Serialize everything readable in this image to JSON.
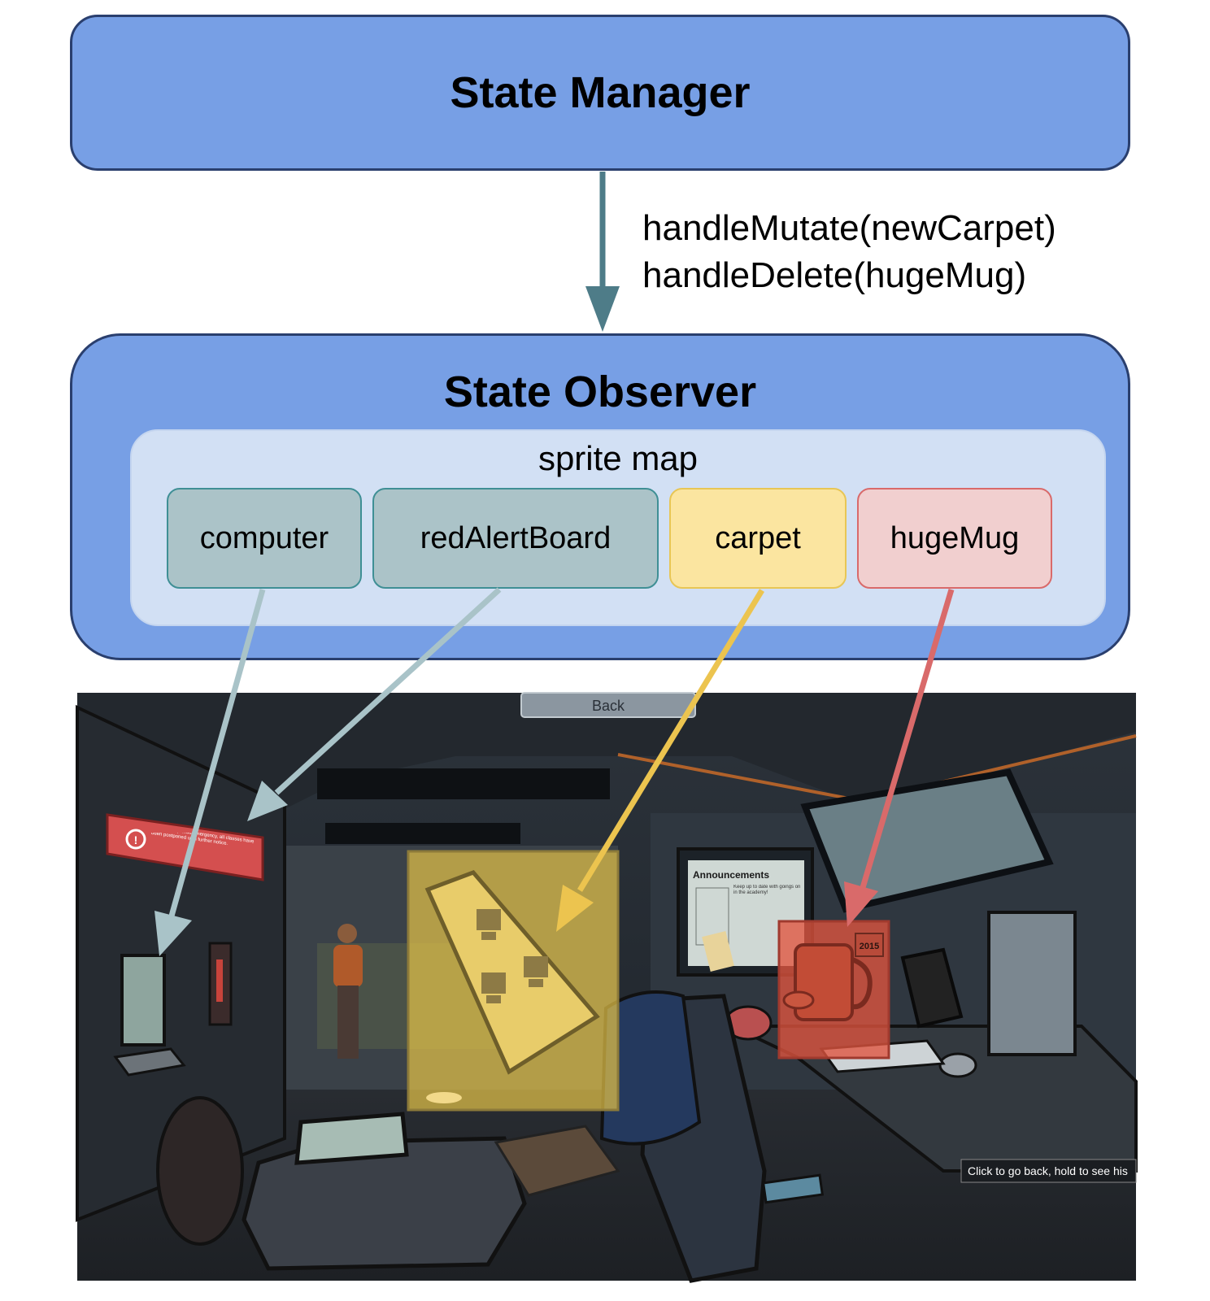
{
  "manager": {
    "title": "State Manager"
  },
  "observer": {
    "title": "State Observer"
  },
  "sprite_map": {
    "title": "sprite map",
    "sprites": [
      "computer",
      "redAlertBoard",
      "carpet",
      "hugeMug"
    ]
  },
  "calls": {
    "mutate": "handleMutate(newCarpet)",
    "delete": "handleDelete(hugeMug)"
  },
  "scene": {
    "back_button": "Back",
    "announcements_title": "Announcements",
    "announcements_text": "Keep up to date with goings on in the academy!",
    "alert_text": "Due to a ship-wide emergency, all classes have been postponed until further notice.",
    "hint": "Click to go back, hold to see his",
    "calendar_year": "2015"
  },
  "colors": {
    "box_fill": "#779fe5",
    "box_border": "#2a3f6e",
    "sprite_map_fill": "#d2e0f4",
    "unchanged_sprite": "#abc3c8",
    "mutated_sprite": "#fbe5a0",
    "deleted_sprite": "#f1cfcf",
    "manager_arrow": "#4e7c88",
    "unchanged_arrow": "#a9c3c8",
    "mutated_arrow": "#ecc44f",
    "deleted_arrow": "#d96a6a"
  }
}
